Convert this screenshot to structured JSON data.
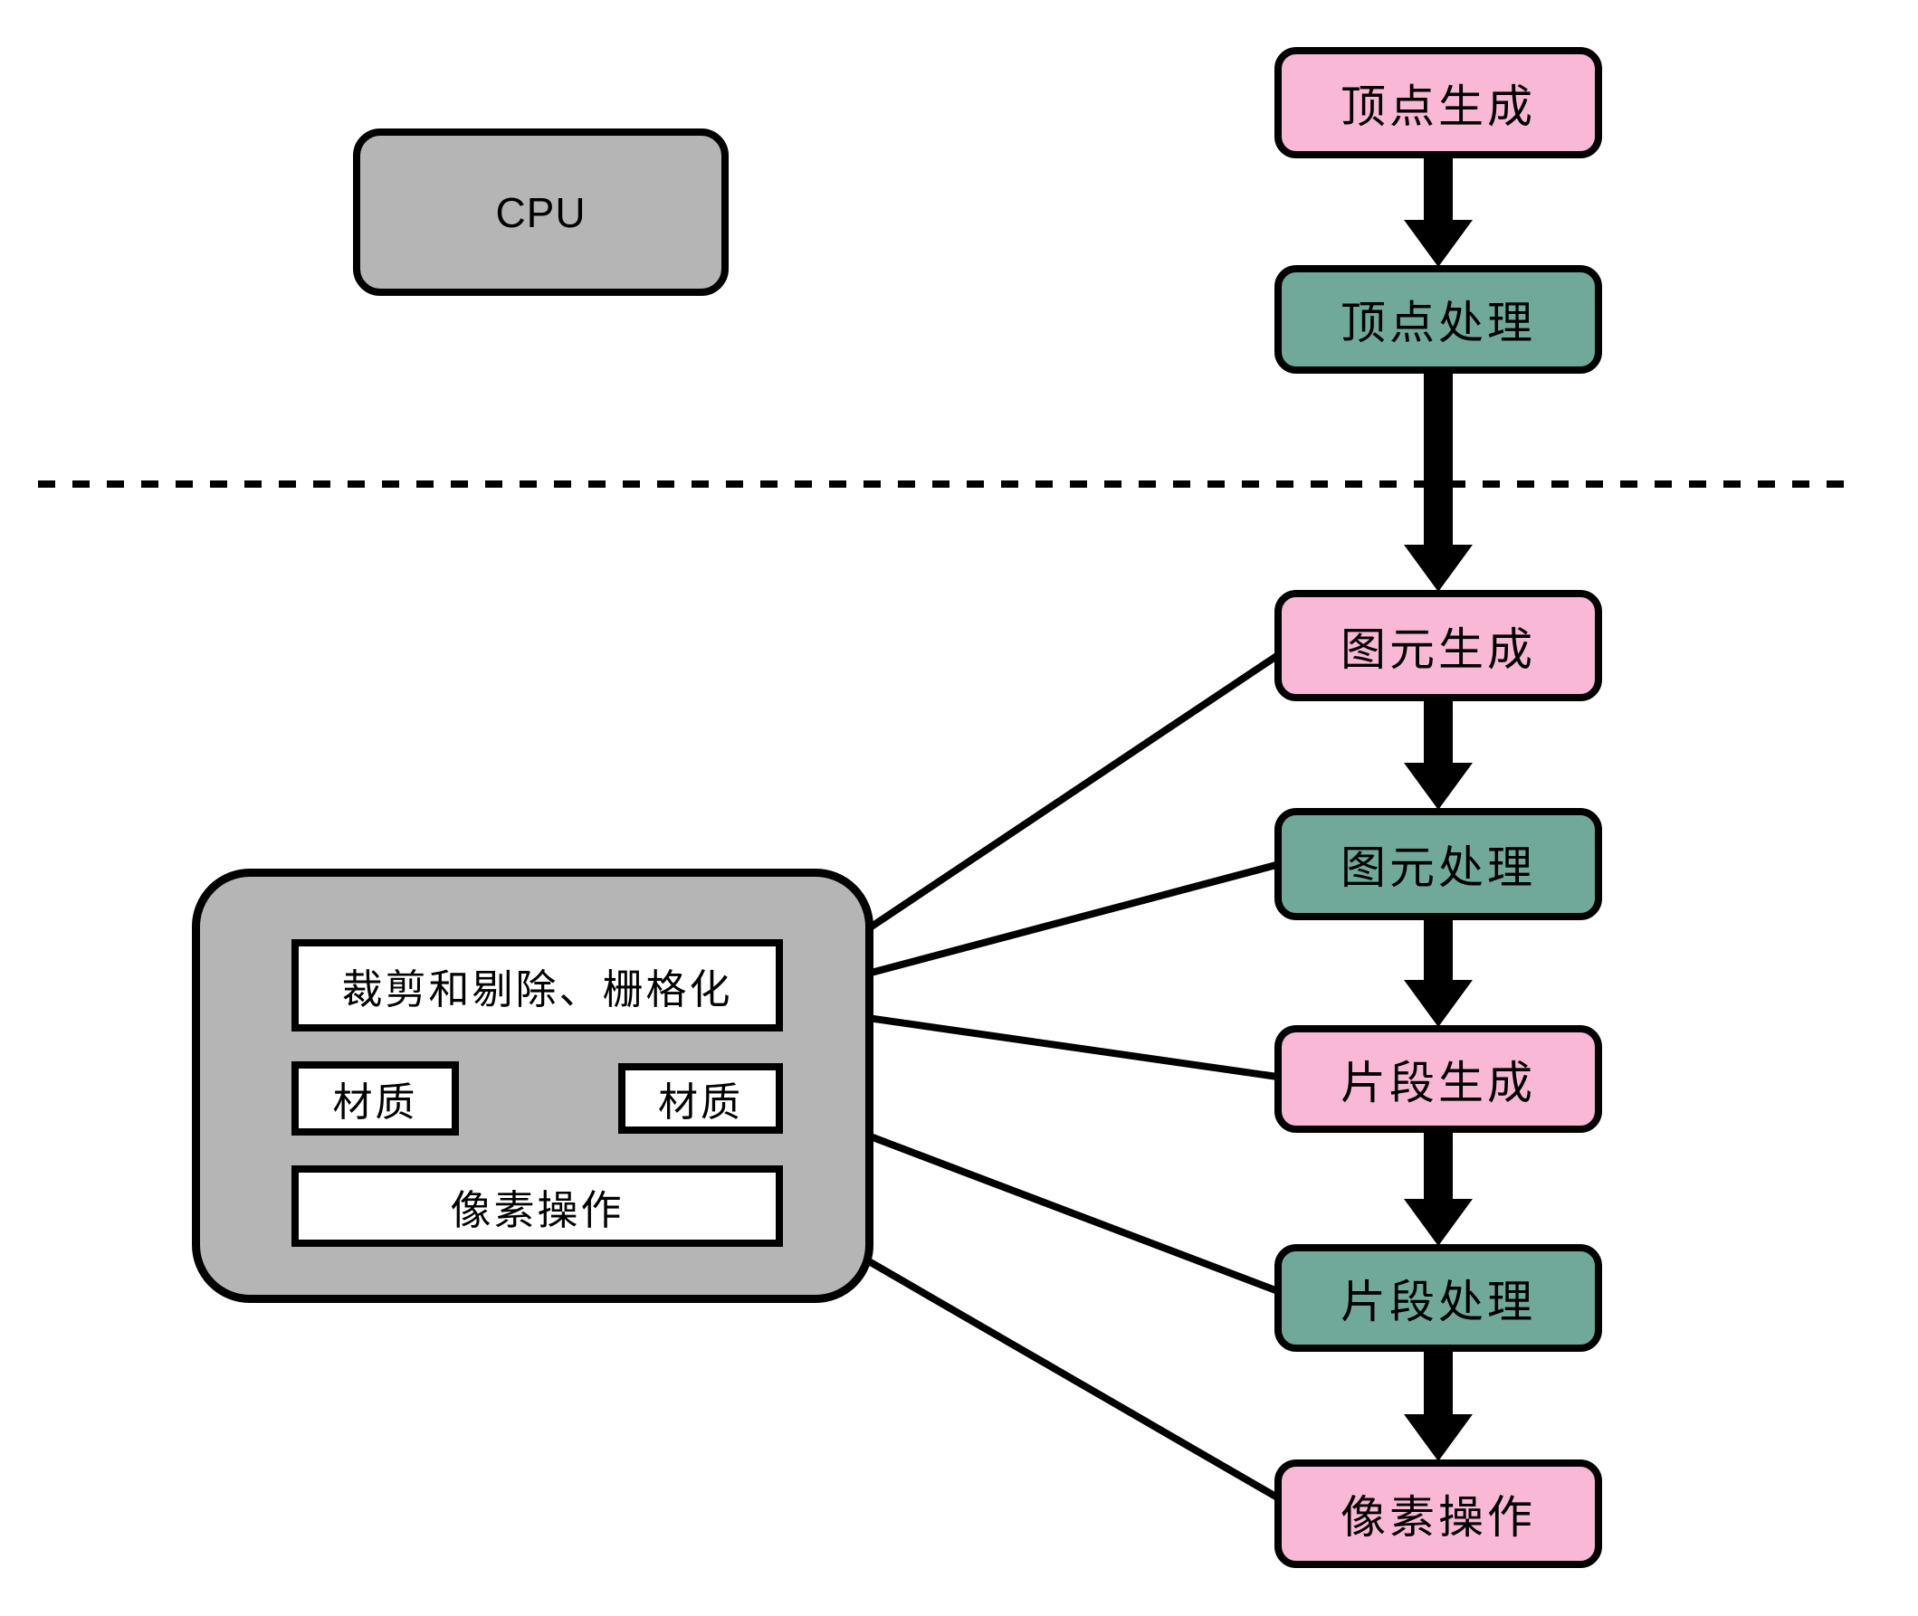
{
  "colors": {
    "pink": "#F9B8D6",
    "teal": "#70A99A",
    "gray": "#B5B5B5",
    "line": "#000000"
  },
  "cpu": {
    "label": "CPU"
  },
  "pipeline": [
    {
      "label": "顶点生成",
      "kind": "pink"
    },
    {
      "label": "顶点处理",
      "kind": "teal"
    },
    {
      "label": "图元生成",
      "kind": "pink"
    },
    {
      "label": "图元处理",
      "kind": "teal"
    },
    {
      "label": "片段生成",
      "kind": "pink"
    },
    {
      "label": "片段处理",
      "kind": "teal"
    },
    {
      "label": "像素操作",
      "kind": "pink"
    }
  ],
  "gpu_hardware": {
    "clipping_label": "裁剪和剔除、栅格化",
    "texture_left_label": "材质",
    "texture_right_label": "材质",
    "pixel_ops_label": "像素操作"
  }
}
